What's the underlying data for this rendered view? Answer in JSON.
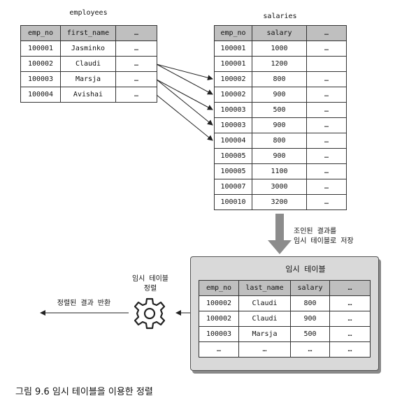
{
  "employees": {
    "title": "employees",
    "headers": [
      "emp_no",
      "first_name",
      "…"
    ],
    "rows": [
      [
        "100001",
        "Jasminko",
        "…"
      ],
      [
        "100002",
        "Claudi",
        "…"
      ],
      [
        "100003",
        "Marsja",
        "…"
      ],
      [
        "100004",
        "Avishai",
        "…"
      ]
    ]
  },
  "salaries": {
    "title": "salaries",
    "headers": [
      "emp_no",
      "salary",
      "…"
    ],
    "rows": [
      [
        "100001",
        "1000",
        "…"
      ],
      [
        "100001",
        "1200",
        ""
      ],
      [
        "100002",
        "800",
        "…"
      ],
      [
        "100002",
        "900",
        "…"
      ],
      [
        "100003",
        "500",
        "…"
      ],
      [
        "100003",
        "900",
        "…"
      ],
      [
        "100004",
        "800",
        "…"
      ],
      [
        "100005",
        "900",
        "…"
      ],
      [
        "100005",
        "1100",
        "…"
      ],
      [
        "100007",
        "3000",
        "…"
      ],
      [
        "100010",
        "3200",
        "…"
      ]
    ]
  },
  "join_label": [
    "조인된 결과를",
    "임시 테이블로 저장"
  ],
  "temp_table": {
    "title": "임시 테이블",
    "headers": [
      "emp_no",
      "last_name",
      "salary",
      "…"
    ],
    "rows": [
      [
        "100002",
        "Claudi",
        "800",
        "…"
      ],
      [
        "100002",
        "Claudi",
        "900",
        "…"
      ],
      [
        "100003",
        "Marsja",
        "500",
        "…"
      ],
      [
        "…",
        "…",
        "…",
        "…"
      ]
    ]
  },
  "sort_label": [
    "임시 테이블",
    "정렬"
  ],
  "return_label": "정렬된 결과 반환",
  "figure_caption": "그림 9.6 임시 테이블을 이용한 정렬",
  "gear_icon": "gear-icon",
  "colors": {
    "header_bg": "#bfbfbf",
    "temp_box_bg": "#d9d9d9",
    "big_arrow": "#8c8c8c"
  }
}
